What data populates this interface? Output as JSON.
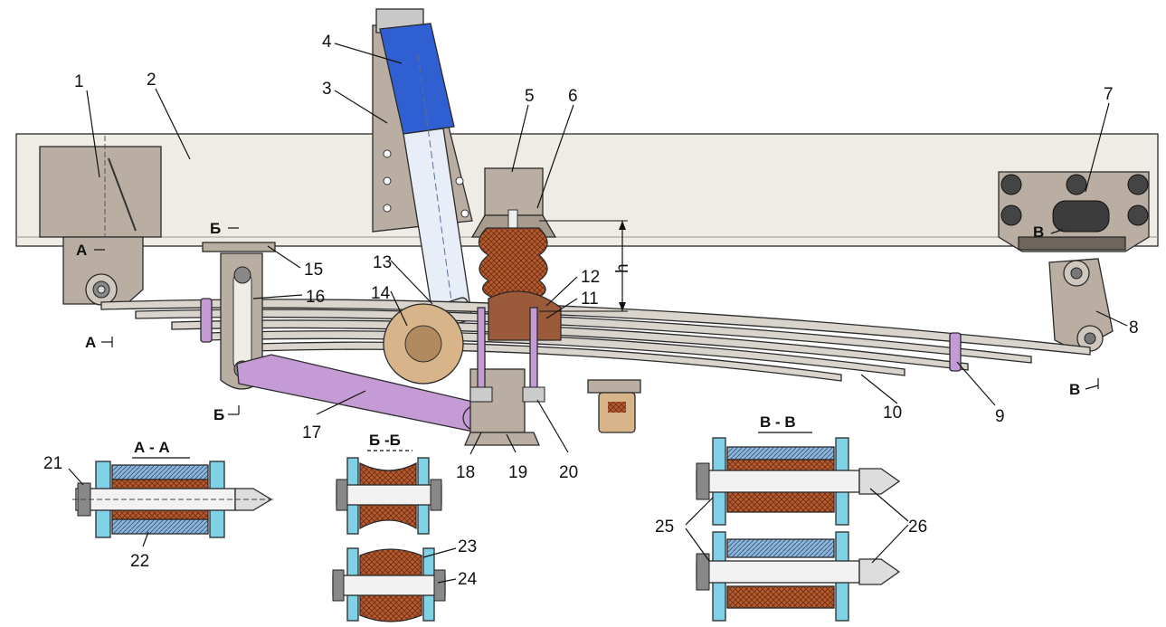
{
  "labels": {
    "n1": "1",
    "n2": "2",
    "n3": "3",
    "n4": "4",
    "n5": "5",
    "n6": "6",
    "n7": "7",
    "n8": "8",
    "n9": "9",
    "n10": "10",
    "n11": "11",
    "n12": "12",
    "n13": "13",
    "n14": "14",
    "n15": "15",
    "n16": "16",
    "n17": "17",
    "n18": "18",
    "n19": "19",
    "n20": "20",
    "n21": "21",
    "n22": "22",
    "n23": "23",
    "n24": "24",
    "n25": "25",
    "n26": "26",
    "h": "h"
  },
  "section_marks": {
    "a_top": "А",
    "a_bottom": "А",
    "b_top": "Б",
    "b_bottom": "Б",
    "v_top": "В",
    "v_bottom": "В"
  },
  "section_titles": {
    "aa": "А - А",
    "bb": "Б -Б",
    "vv": "В - В"
  },
  "colors": {
    "frame": "#efece6",
    "bracket": "#b9aea1",
    "shock_blue": "#2f5fd0",
    "shock_rod": "#e8eef8",
    "leaf_spring": "#d9d4cc",
    "reaction_rod": "#c59bd6",
    "rubber": "#b85a2e",
    "axle": "#d8b48a",
    "bushing_cyan": "#7fd2e6"
  }
}
